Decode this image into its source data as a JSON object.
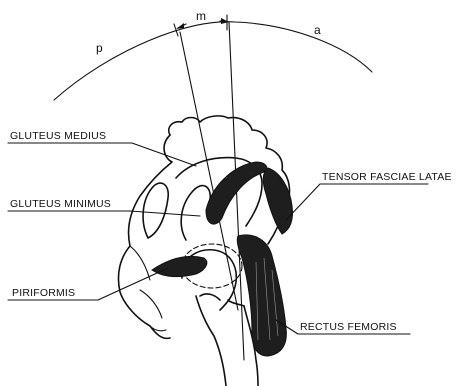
{
  "arc_labels": {
    "posterior": "p",
    "middle": "m",
    "anterior": "a"
  },
  "labels": {
    "gluteus_medius": "GLUTEUS MEDIUS",
    "gluteus_minimus": "GLUTEUS MINIMUS",
    "piriformis": "PIRIFORMIS",
    "tensor_fasciae_latae": "TENSOR FASCIAE LATAE",
    "rectus_femoris": "RECTUS FEMORIS"
  }
}
